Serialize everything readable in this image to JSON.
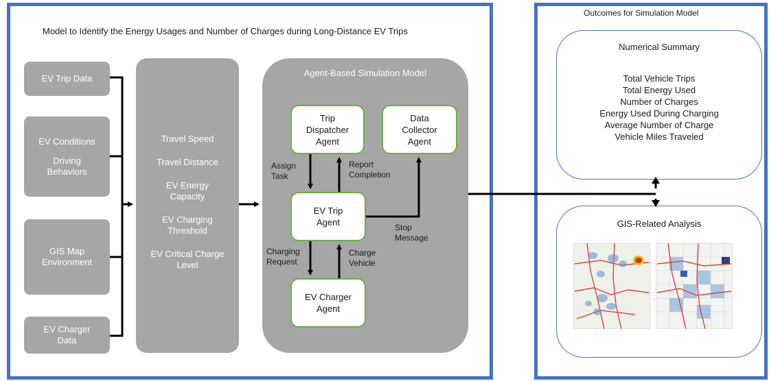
{
  "model_panel": {
    "title": "Model to Identify the Energy Usages and Number of Charges during Long-Distance EV Trips"
  },
  "inputs": {
    "ev_trip_data": "EV Trip Data",
    "ev_conditions": "EV Conditions",
    "driving_behaviors_1": "Driving",
    "driving_behaviors_2": "Behaviors",
    "gis_map_1": "GIS Map",
    "gis_map_2": "Environment",
    "ev_charger_1": "EV Charger",
    "ev_charger_2": "Data"
  },
  "parameters": {
    "travel_speed": "Travel Speed",
    "travel_distance": "Travel Distance",
    "energy_capacity_1": "EV Energy",
    "energy_capacity_2": "Capacity",
    "charging_threshold_1": "EV Charging",
    "charging_threshold_2": "Threshold",
    "critical_charge_1": "EV Critical Charge",
    "critical_charge_2": "Level"
  },
  "simulation": {
    "title": "Agent-Based Simulation Model",
    "trip_dispatcher": [
      "Trip",
      "Dispatcher",
      "Agent"
    ],
    "data_collector": [
      "Data",
      "Collector",
      "Agent"
    ],
    "ev_trip": [
      "EV Trip",
      "Agent"
    ],
    "ev_charger": [
      "EV Charger",
      "Agent"
    ],
    "assign_task": [
      "Assign",
      "Task"
    ],
    "report_completion": [
      "Report",
      "Completion"
    ],
    "stop_message": [
      "Stop",
      "Message"
    ],
    "charging_request": [
      "Charging",
      "Request"
    ],
    "charge_vehicle": [
      "Charge",
      "Vehicle"
    ]
  },
  "outcomes": {
    "title": "Outcomes for Simulation Model",
    "numerical_summary": {
      "title": "Numerical Summary",
      "items": [
        "Total Vehicle Trips",
        "Total Energy Used",
        "Number of Charges",
        "Energy Used During Charging",
        "Average Number of Charge",
        "Vehicle Miles Traveled"
      ]
    },
    "gis_analysis": {
      "title": "GIS-Related Analysis"
    }
  },
  "colors": {
    "frame": "#4472c4",
    "grey_box": "#a6a6a6",
    "agent_border": "#70ad47",
    "map_route": "#e04040",
    "hotspot": "#5b8fc7"
  }
}
